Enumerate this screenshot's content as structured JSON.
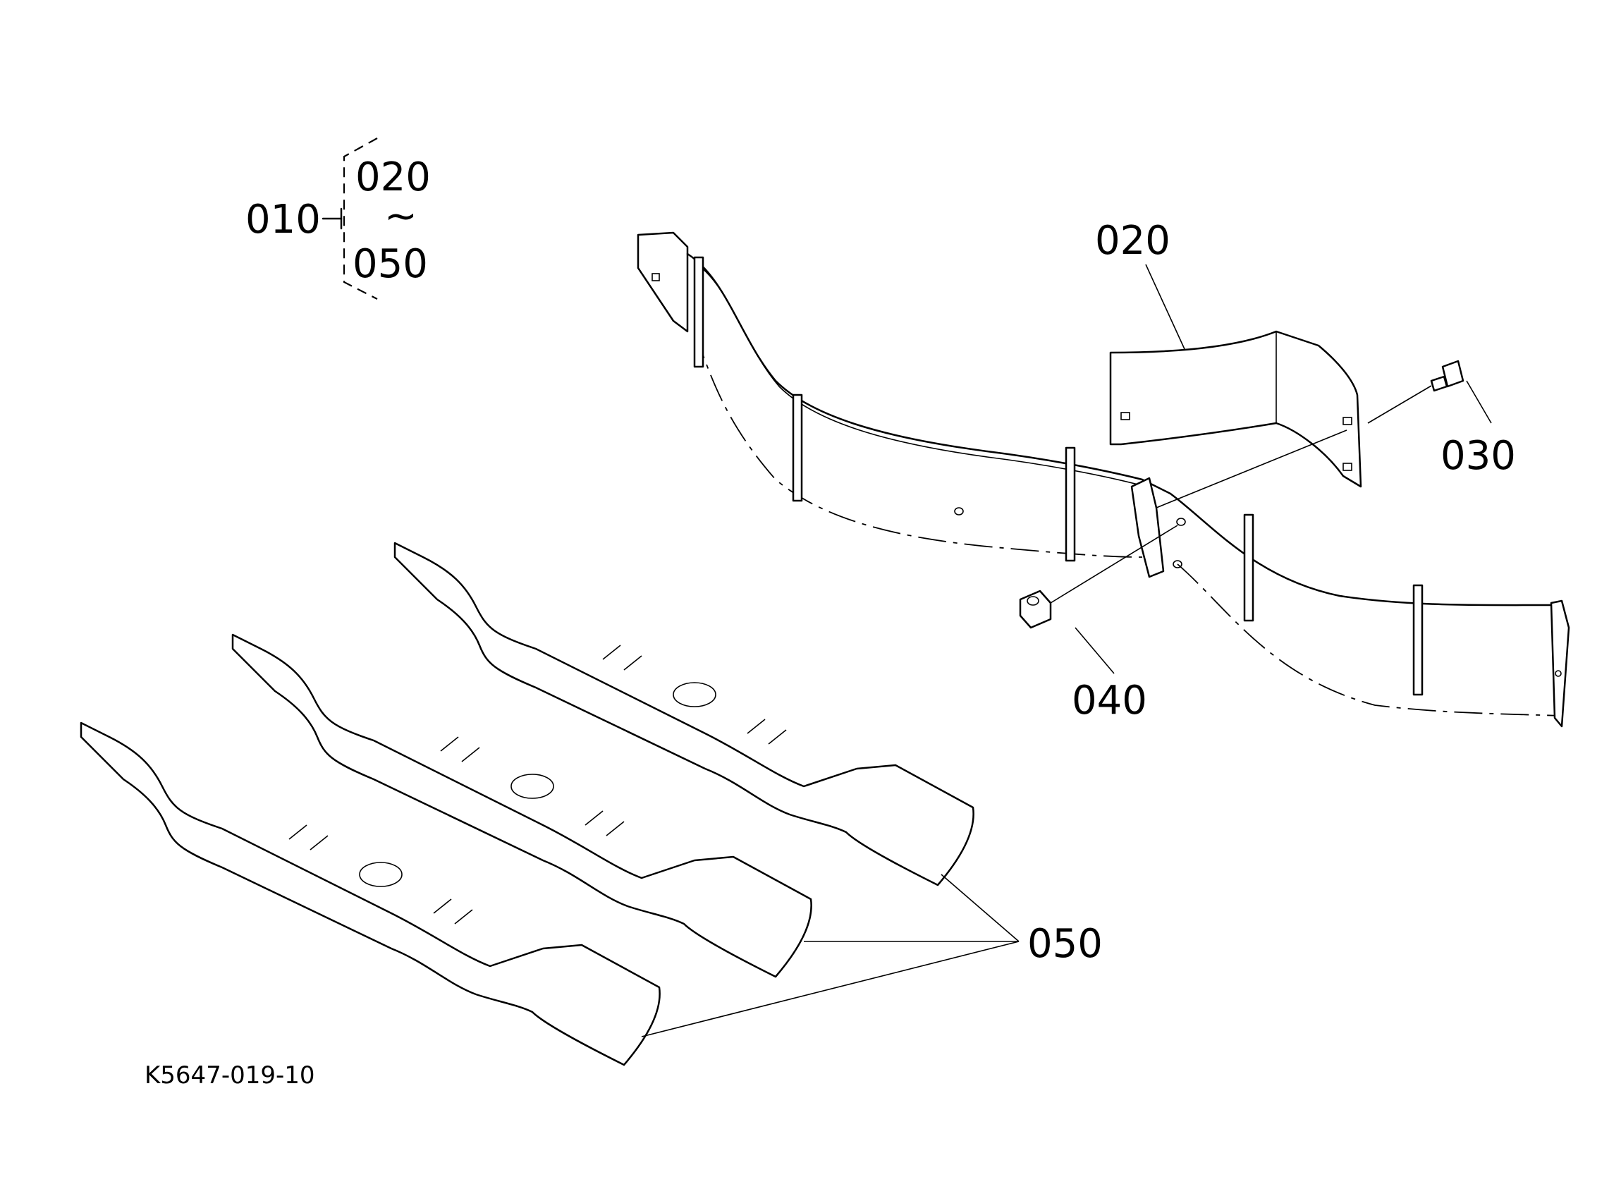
{
  "labels": {
    "assembly": "010",
    "range_start": "020",
    "range_tilde": "~",
    "range_end": "050",
    "callout_020": "020",
    "callout_030": "030",
    "callout_040": "040",
    "callout_050": "050",
    "figure_code": "K5647-019-10"
  }
}
